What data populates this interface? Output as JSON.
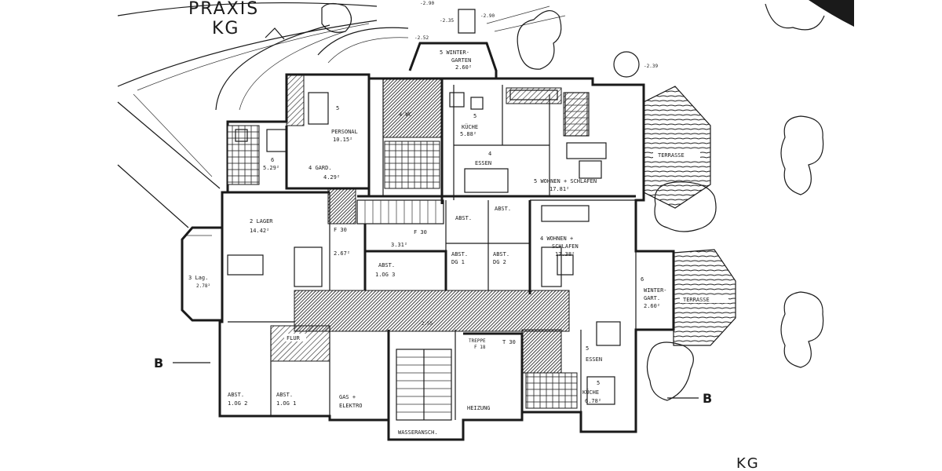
{
  "title": {
    "line1": "PRAXIS",
    "line2": "KG",
    "corner": "KG"
  },
  "section_marks": [
    "B",
    "B"
  ],
  "levels": [
    "-2.90",
    "-2.35",
    "-2.90",
    "-2.52",
    "-2.39",
    "-2.55"
  ],
  "rooms": [
    {
      "num": "5",
      "name": "WINTER-",
      "name2": "GARTEN",
      "area": "2.60²"
    },
    {
      "num": "5",
      "name": "PERSONAL",
      "name2": "",
      "area": "10.15²"
    },
    {
      "num": "4",
      "name": "WC",
      "name2": "",
      "area": ""
    },
    {
      "num": "5",
      "name": "KÜCHE",
      "name2": "",
      "area": "5.88²"
    },
    {
      "num": "6",
      "name": "",
      "name2": "",
      "area": "5.29²"
    },
    {
      "num": "4",
      "name": "GARD.",
      "name2": "",
      "area": "4.29²"
    },
    {
      "num": "4",
      "name": "ESSEN",
      "name2": "",
      "area": ""
    },
    {
      "num": "5",
      "name": "WOHNEN + SCHLAFEN",
      "name2": "",
      "area": "17.81²"
    },
    {
      "num": "2",
      "name": "LAGER",
      "name2": "",
      "area": "14.42²"
    },
    {
      "num": "3",
      "name": "Lag.",
      "name2": "",
      "area": "2.78²"
    },
    {
      "num": "",
      "name": "F 30",
      "name2": "",
      "area": "2.67²"
    },
    {
      "num": "",
      "name": "F 30",
      "name2": "",
      "area": "3.31²"
    },
    {
      "num": "",
      "name": "ABST.",
      "name2": "",
      "area": ""
    },
    {
      "num": "",
      "name": "ABST.",
      "name2": "",
      "area": ""
    },
    {
      "num": "4",
      "name": "WOHNEN +",
      "name2": "SCHLAFEN",
      "area": "17.38²"
    },
    {
      "num": "",
      "name": "ABST.",
      "name2": "1.OG 3",
      "area": ""
    },
    {
      "num": "",
      "name": "ABST.",
      "name2": "DG 1",
      "area": ""
    },
    {
      "num": "",
      "name": "ABST.",
      "name2": "DG 2",
      "area": ""
    },
    {
      "num": "6",
      "name": "WINTER-",
      "name2": "GART.",
      "area": "2.60²"
    },
    {
      "num": "",
      "name": "FLUR",
      "name2": "",
      "area": ""
    },
    {
      "num": "",
      "name": "TREPPE",
      "name2": "",
      "area": "F 18"
    },
    {
      "num": "",
      "name": "T 30",
      "name2": "",
      "area": ""
    },
    {
      "num": "",
      "name": "ABST.",
      "name2": "1.OG 2",
      "area": ""
    },
    {
      "num": "",
      "name": "ABST.",
      "name2": "1.OG 1",
      "area": ""
    },
    {
      "num": "",
      "name": "GAS +",
      "name2": "ELEKTRO",
      "area": ""
    },
    {
      "num": "",
      "name": "HEIZUNG",
      "name2": "",
      "area": ""
    },
    {
      "num": "",
      "name": "WASSERANSCH.",
      "name2": "",
      "area": ""
    },
    {
      "num": "5",
      "name": "ESSEN",
      "name2": "",
      "area": ""
    },
    {
      "num": "5",
      "name": "KÜCHE",
      "name2": "",
      "area": "6.78²"
    }
  ],
  "terraces": [
    "TERRASSE",
    "TERRASSE"
  ],
  "colors": {
    "ink": "#1a1a1a",
    "paper": "#ffffff"
  }
}
